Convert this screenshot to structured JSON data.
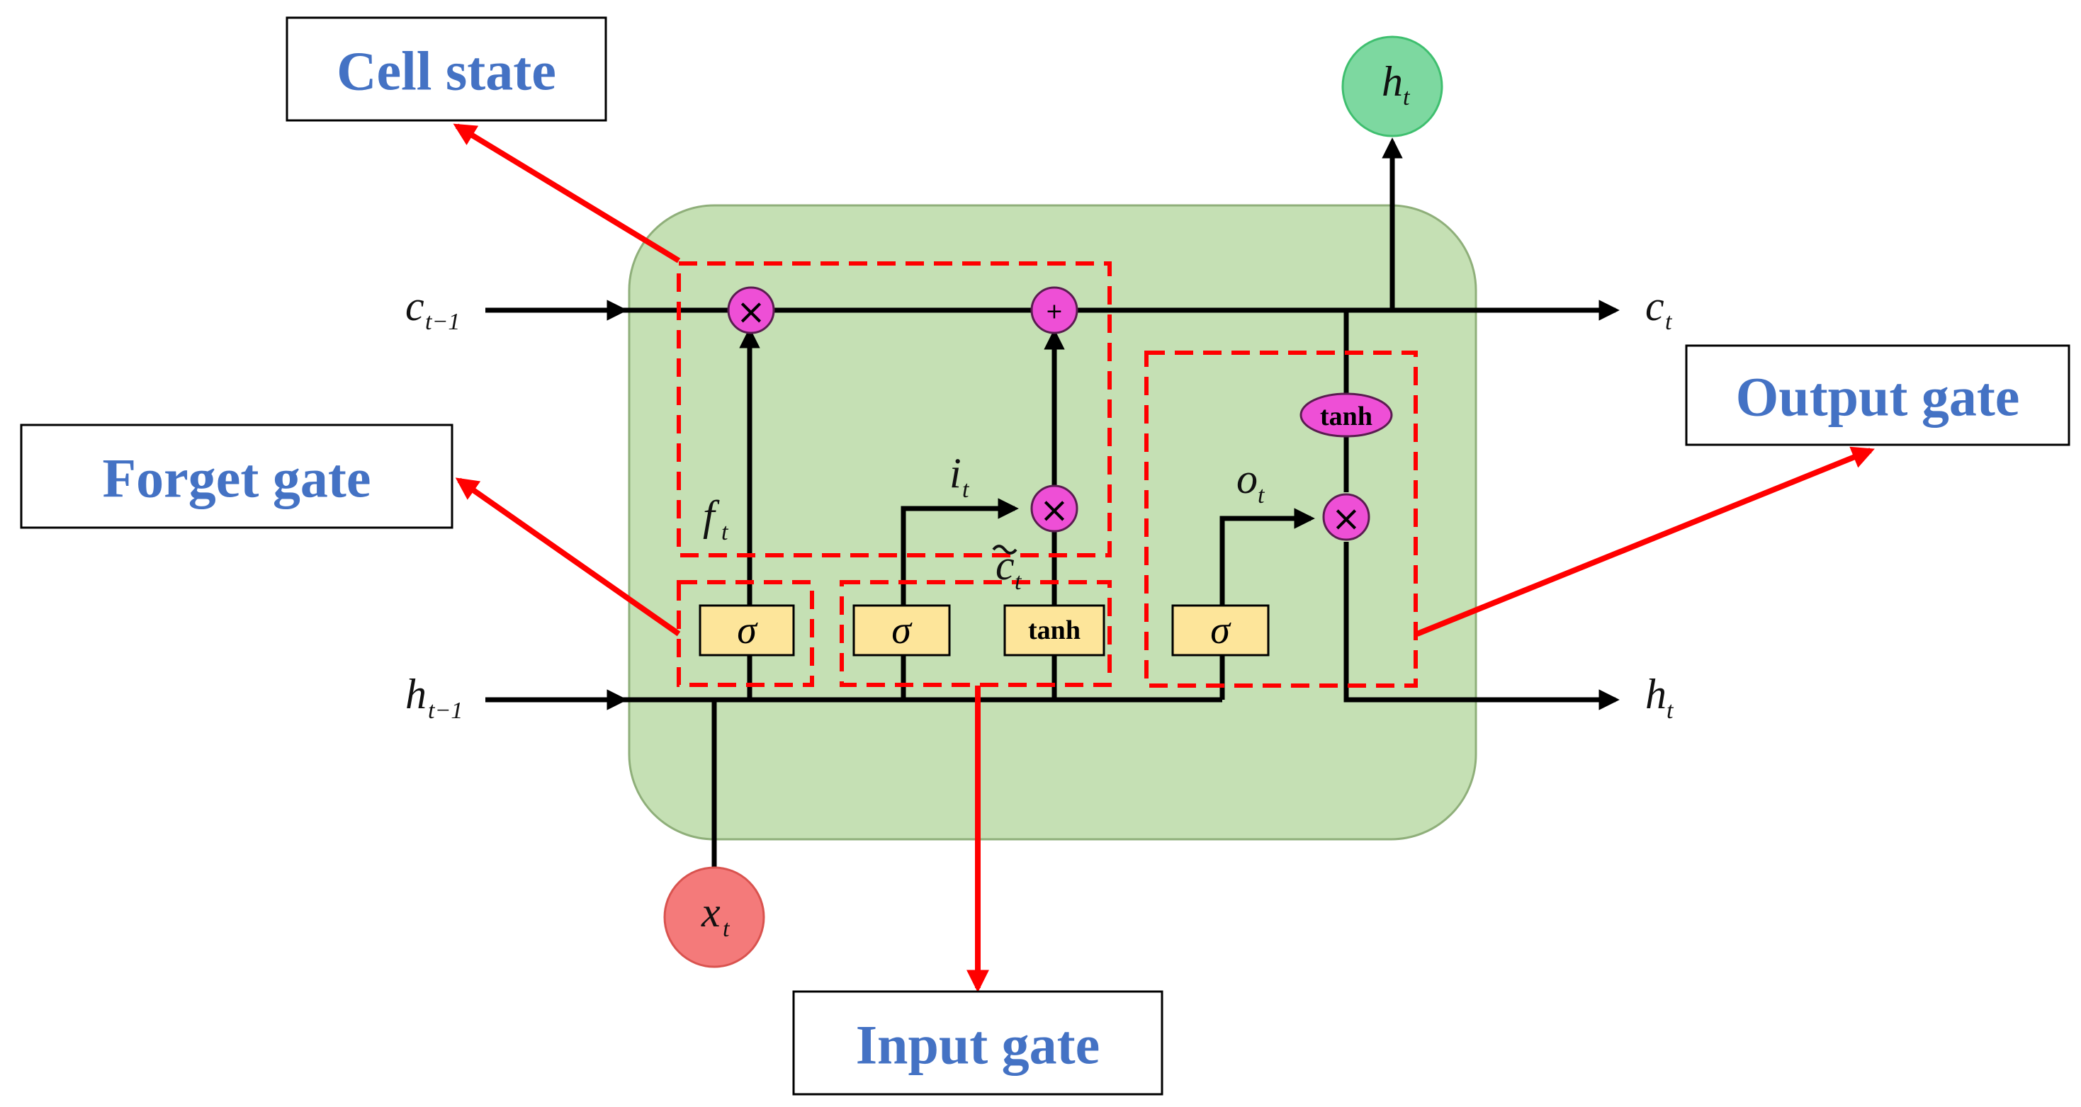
{
  "labels": {
    "cell_state": "Cell state",
    "forget_gate": "Forget gate",
    "input_gate": "Input gate",
    "output_gate": "Output gate"
  },
  "variables": {
    "c_prev": {
      "base": "c",
      "sub": "t−1"
    },
    "c_t": {
      "base": "c",
      "sub": "t"
    },
    "h_prev": {
      "base": "h",
      "sub": "t−1"
    },
    "h_t_out": {
      "base": "h",
      "sub": "t"
    },
    "h_t_top": {
      "base": "h",
      "sub": "t"
    },
    "x_t": {
      "base": "x",
      "sub": "t"
    },
    "f_t": {
      "base": "f",
      "sub": "t"
    },
    "i_t": {
      "base": "i",
      "sub": "t"
    },
    "o_t": {
      "base": "o",
      "sub": "t"
    },
    "c_tilde": {
      "base": "c",
      "sub": "t"
    }
  },
  "operators": {
    "multiply": "×",
    "add": "+"
  },
  "activations": {
    "sigmoid": "σ",
    "tanh": "tanh"
  },
  "colors": {
    "cell_fill": "#c5e0b4",
    "cell_stroke": "#8faf7a",
    "operator_fill": "#ee4fd6",
    "gate_fill": "#fde59a",
    "output_node_fill": "#7dd8a0",
    "input_node_fill": "#f47a7a",
    "label_text": "#4472c4",
    "annotation_arrow": "#ff0000"
  }
}
